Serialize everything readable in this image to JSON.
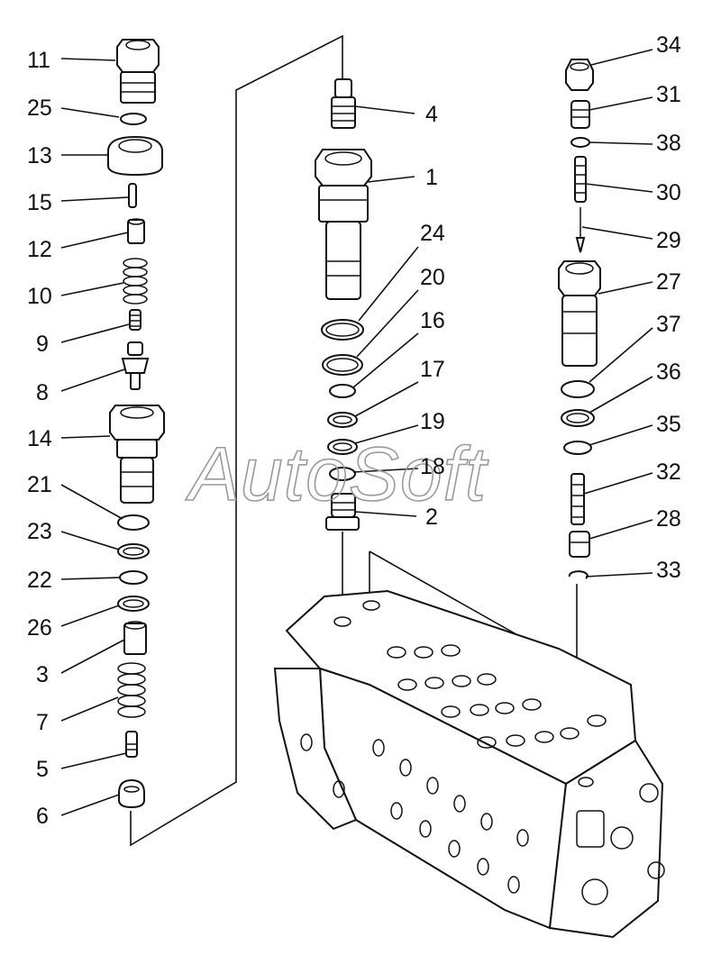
{
  "watermark": "AutoSoft",
  "callouts": [
    {
      "id": "c11",
      "text": "11"
    },
    {
      "id": "c25",
      "text": "25"
    },
    {
      "id": "c13",
      "text": "13"
    },
    {
      "id": "c15",
      "text": "15"
    },
    {
      "id": "c12",
      "text": "12"
    },
    {
      "id": "c10",
      "text": "10"
    },
    {
      "id": "c9",
      "text": "9"
    },
    {
      "id": "c8",
      "text": "8"
    },
    {
      "id": "c14",
      "text": "14"
    },
    {
      "id": "c21",
      "text": "21"
    },
    {
      "id": "c23",
      "text": "23"
    },
    {
      "id": "c22",
      "text": "22"
    },
    {
      "id": "c26",
      "text": "26"
    },
    {
      "id": "c3",
      "text": "3"
    },
    {
      "id": "c7",
      "text": "7"
    },
    {
      "id": "c5",
      "text": "5"
    },
    {
      "id": "c6",
      "text": "6"
    },
    {
      "id": "c4",
      "text": "4"
    },
    {
      "id": "c1",
      "text": "1"
    },
    {
      "id": "c24",
      "text": "24"
    },
    {
      "id": "c20",
      "text": "20"
    },
    {
      "id": "c16",
      "text": "16"
    },
    {
      "id": "c17",
      "text": "17"
    },
    {
      "id": "c19",
      "text": "19"
    },
    {
      "id": "c18",
      "text": "18"
    },
    {
      "id": "c2",
      "text": "2"
    },
    {
      "id": "c34",
      "text": "34"
    },
    {
      "id": "c31",
      "text": "31"
    },
    {
      "id": "c38",
      "text": "38"
    },
    {
      "id": "c30",
      "text": "30"
    },
    {
      "id": "c29",
      "text": "29"
    },
    {
      "id": "c27",
      "text": "27"
    },
    {
      "id": "c37",
      "text": "37"
    },
    {
      "id": "c36",
      "text": "36"
    },
    {
      "id": "c35",
      "text": "35"
    },
    {
      "id": "c32",
      "text": "32"
    },
    {
      "id": "c28",
      "text": "28"
    },
    {
      "id": "c33",
      "text": "33"
    }
  ]
}
